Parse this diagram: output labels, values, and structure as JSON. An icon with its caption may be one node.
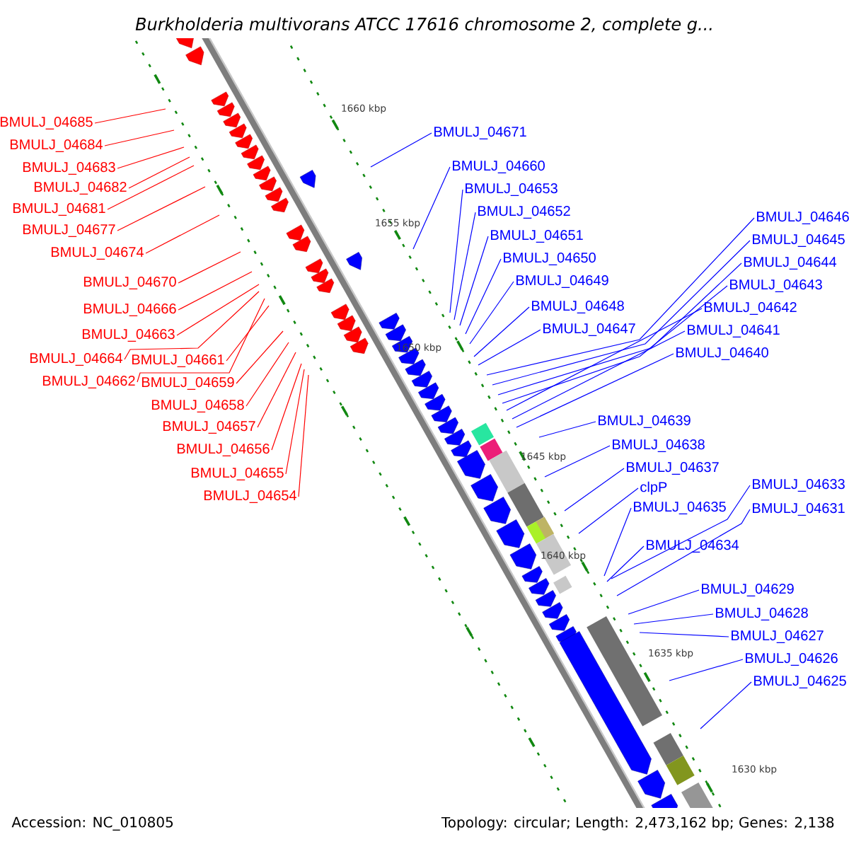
{
  "diagram": {
    "title": "Burkholderia multivorans ATCC 17616 chromosome 2, complete g...",
    "nodes": [
      {
        "text": [
          "BMULJ_04685"
        ]
      },
      {
        "text": [
          "BMULJ_04684"
        ]
      },
      {
        "text": [
          "BMULJ_04683"
        ]
      },
      {
        "text": [
          "BMULJ_04682"
        ]
      },
      {
        "text": [
          "BMULJ_04681"
        ]
      },
      {
        "text": [
          "BMULJ_04677"
        ]
      },
      {
        "text": [
          "BMULJ_04674"
        ]
      },
      {
        "text": [
          "BMULJ_04670"
        ]
      },
      {
        "text": [
          "BMULJ_04666"
        ]
      },
      {
        "text": [
          "BMULJ_04663"
        ]
      },
      {
        "text": [
          "BMULJ_04664"
        ]
      },
      {
        "text": [
          "BMULJ_04662"
        ]
      },
      {
        "text": [
          "BMULJ_04661"
        ]
      },
      {
        "text": [
          "BMULJ_04659"
        ]
      },
      {
        "text": [
          "BMULJ_04658"
        ]
      },
      {
        "text": [
          "BMULJ_04657"
        ]
      },
      {
        "text": [
          "BMULJ_04656"
        ]
      },
      {
        "text": [
          "BMULJ_04655"
        ]
      },
      {
        "text": [
          "BMULJ_04654"
        ]
      },
      {
        "text": [
          "BMULJ_04671"
        ]
      },
      {
        "text": [
          "BMULJ_04660"
        ]
      },
      {
        "text": [
          "BMULJ_04653"
        ]
      },
      {
        "text": [
          "BMULJ_04652"
        ]
      },
      {
        "text": [
          "BMULJ_04651"
        ]
      },
      {
        "text": [
          "BMULJ_04650"
        ]
      },
      {
        "text": [
          "BMULJ_04649"
        ]
      },
      {
        "text": [
          "BMULJ_04648"
        ]
      },
      {
        "text": [
          "BMULJ_04647"
        ]
      },
      {
        "text": [
          "BMULJ_04646"
        ]
      },
      {
        "text": [
          "BMULJ_04645"
        ]
      },
      {
        "text": [
          "BMULJ_04644"
        ]
      },
      {
        "text": [
          "BMULJ_04643"
        ]
      },
      {
        "text": [
          "BMULJ_04642"
        ]
      },
      {
        "text": [
          "BMULJ_04641"
        ]
      },
      {
        "text": [
          "BMULJ_04640"
        ]
      },
      {
        "text": [
          "BMULJ_04639"
        ]
      },
      {
        "text": [
          "BMULJ_04638"
        ]
      },
      {
        "text": [
          "BMULJ_04637"
        ]
      },
      {
        "text": [
          "clpP"
        ]
      },
      {
        "text": [
          "BMULJ_04635"
        ]
      },
      {
        "text": [
          "BMULJ_04633"
        ]
      },
      {
        "text": [
          "BMULJ_04634"
        ]
      },
      {
        "text": [
          "BMULJ_04631"
        ]
      },
      {
        "text": [
          "BMULJ_04629"
        ]
      },
      {
        "text": [
          "BMULJ_04628"
        ]
      },
      {
        "text": [
          "BMULJ_04627"
        ]
      },
      {
        "text": [
          "BMULJ_04626"
        ]
      },
      {
        "text": [
          "BMULJ_04625"
        ]
      }
    ],
    "edges": [
      {
        "from": 0,
        "to": null,
        "arrow": "none",
        "color": "#ff0000"
      },
      {
        "from": 1,
        "to": null,
        "arrow": "none",
        "color": "#ff0000"
      },
      {
        "from": 2,
        "to": null,
        "arrow": "none",
        "color": "#ff0000"
      },
      {
        "from": 3,
        "to": null,
        "arrow": "none",
        "color": "#ff0000"
      },
      {
        "from": 4,
        "to": null,
        "arrow": "none",
        "color": "#ff0000"
      },
      {
        "from": 5,
        "to": null,
        "arrow": "none",
        "color": "#ff0000"
      },
      {
        "from": 6,
        "to": null,
        "arrow": "none",
        "color": "#ff0000"
      },
      {
        "from": 7,
        "to": null,
        "arrow": "none",
        "color": "#ff0000"
      },
      {
        "from": 8,
        "to": null,
        "arrow": "none",
        "color": "#ff0000"
      },
      {
        "from": 9,
        "to": null,
        "arrow": "none",
        "color": "#ff0000"
      },
      {
        "from": 10,
        "to": null,
        "arrow": "none",
        "color": "#ff0000"
      },
      {
        "from": 11,
        "to": null,
        "arrow": "none",
        "color": "#ff0000"
      },
      {
        "from": 12,
        "to": null,
        "arrow": "none",
        "color": "#ff0000"
      },
      {
        "from": 13,
        "to": null,
        "arrow": "none",
        "color": "#ff0000"
      },
      {
        "from": 14,
        "to": null,
        "arrow": "none",
        "color": "#ff0000"
      },
      {
        "from": 15,
        "to": null,
        "arrow": "none",
        "color": "#ff0000"
      },
      {
        "from": 16,
        "to": null,
        "arrow": "none",
        "color": "#ff0000"
      },
      {
        "from": 17,
        "to": null,
        "arrow": "none",
        "color": "#ff0000"
      },
      {
        "from": 18,
        "to": null,
        "arrow": "none",
        "color": "#ff0000"
      },
      {
        "from": 19,
        "to": null,
        "arrow": "none"
      },
      {
        "from": 20,
        "to": null,
        "arrow": "none"
      },
      {
        "from": 21,
        "to": null,
        "arrow": "none"
      },
      {
        "from": 22,
        "to": null,
        "arrow": "none"
      },
      {
        "from": 23,
        "to": null,
        "arrow": "none"
      },
      {
        "from": 24,
        "to": null,
        "arrow": "none"
      },
      {
        "from": 25,
        "to": null,
        "arrow": "none"
      },
      {
        "from": 26,
        "to": null,
        "arrow": "none"
      },
      {
        "from": 27,
        "to": null,
        "arrow": "none"
      },
      {
        "from": 28,
        "to": null,
        "arrow": "none"
      },
      {
        "from": 29,
        "to": null,
        "arrow": "none"
      },
      {
        "from": 30,
        "to": null,
        "arrow": "none"
      },
      {
        "from": 31,
        "to": null,
        "arrow": "none"
      },
      {
        "from": 32,
        "to": null,
        "arrow": "none"
      },
      {
        "from": 33,
        "to": null,
        "arrow": "none"
      },
      {
        "from": 34,
        "to": null,
        "arrow": "none"
      },
      {
        "from": 35,
        "to": null,
        "arrow": "none"
      },
      {
        "from": 36,
        "to": null,
        "arrow": "none"
      },
      {
        "from": 37,
        "to": null,
        "arrow": "none"
      },
      {
        "from": 38,
        "to": null,
        "arrow": "none"
      },
      {
        "from": 39,
        "to": null,
        "arrow": "none"
      },
      {
        "from": 40,
        "to": null,
        "arrow": "none"
      },
      {
        "from": 41,
        "to": null,
        "arrow": "none"
      },
      {
        "from": 42,
        "to": null,
        "arrow": "none"
      },
      {
        "from": 43,
        "to": null,
        "arrow": "none"
      },
      {
        "from": 44,
        "to": null,
        "arrow": "none"
      },
      {
        "from": 45,
        "to": null,
        "arrow": "none"
      },
      {
        "from": 46,
        "to": null,
        "arrow": "none"
      },
      {
        "from": 47,
        "to": null,
        "arrow": "none"
      }
    ],
    "labels": [
      "1660 kbp",
      "1655 kbp",
      "1650 kbp",
      "1645 kbp",
      "1640 kbp",
      "1635 kbp",
      "1630 kbp",
      "Accession: NC_010805",
      "Topology: circular; Length: 2,473,162 bp; Genes: 2,138"
    ]
  }
}
